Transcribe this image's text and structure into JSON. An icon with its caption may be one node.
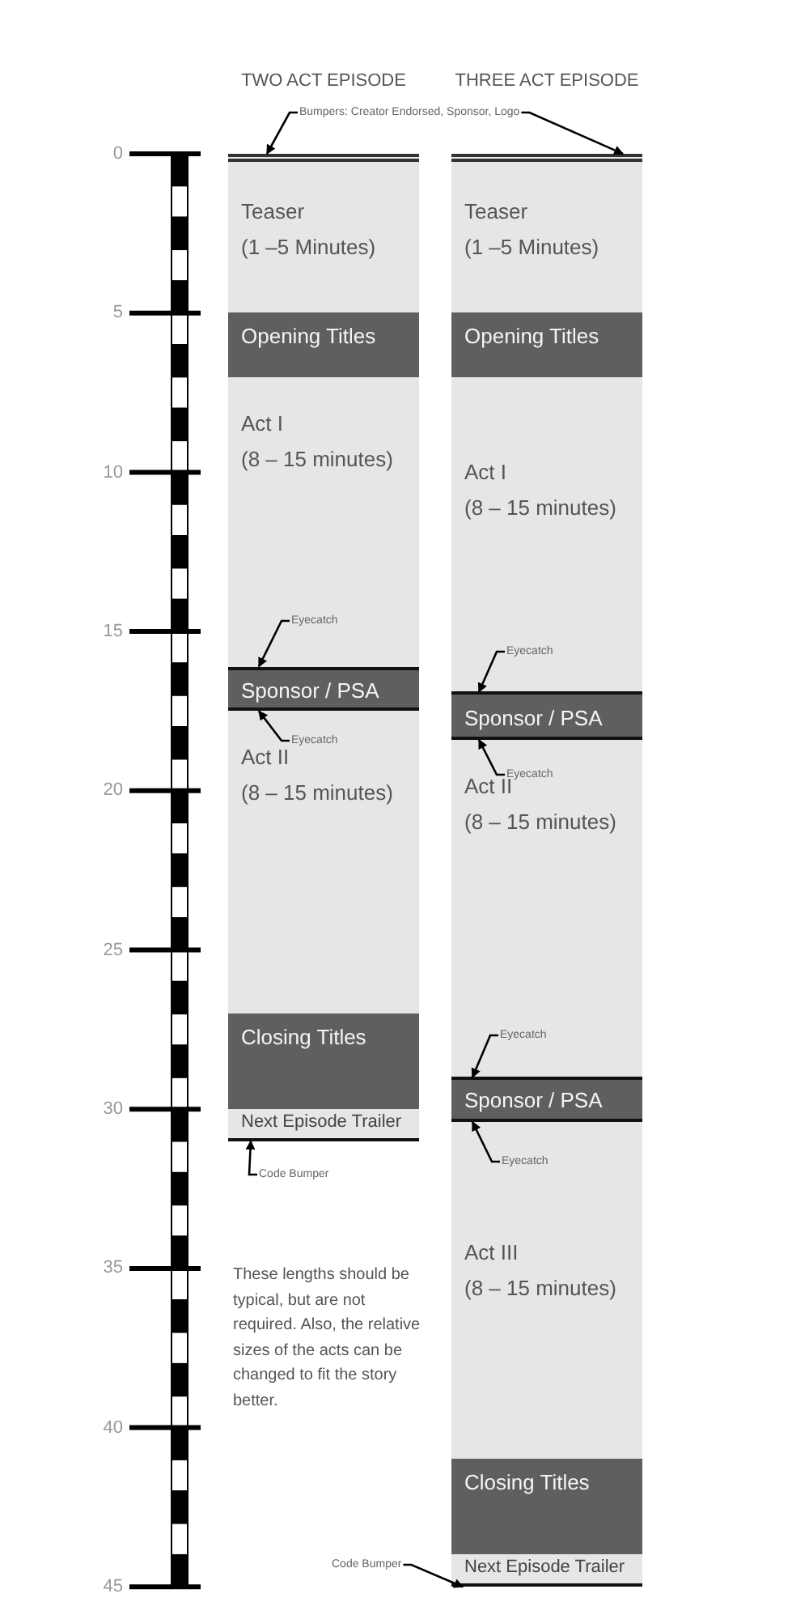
{
  "diagram": {
    "nodes": [
      {
        "text": [
          "TWO ACT EPISODE"
        ]
      },
      {
        "text": [
          "Teaser",
          "(1 –5 Minutes)"
        ],
        "in": 0
      },
      {
        "text": [
          "Opening Titles"
        ],
        "in": 0
      },
      {
        "text": [
          "Act I",
          "(8 – 15 minutes)"
        ],
        "in": 0
      },
      {
        "text": [
          "Sponsor / PSA"
        ],
        "in": 0
      },
      {
        "text": [
          "Act II",
          "(8 – 15 minutes)"
        ],
        "in": 0
      },
      {
        "text": [
          "Closing Titles"
        ],
        "in": 0
      },
      {
        "text": [
          "Next Episode Trailer"
        ],
        "in": 0
      },
      {
        "text": [
          "THREE ACT EPISODE"
        ]
      },
      {
        "text": [
          "Teaser",
          "(1 –5 Minutes)"
        ],
        "in": 8
      },
      {
        "text": [
          "Opening Titles"
        ],
        "in": 8
      },
      {
        "text": [
          "Act I",
          "(8 – 15 minutes)"
        ],
        "in": 8
      },
      {
        "text": [
          "Sponsor / PSA"
        ],
        "in": 8
      },
      {
        "text": [
          "Act II",
          "(8 – 15 minutes)"
        ],
        "in": 8
      },
      {
        "text": [
          "Sponsor / PSA"
        ],
        "in": 8
      },
      {
        "text": [
          "Act III",
          "(8 – 15 minutes)"
        ],
        "in": 8
      },
      {
        "text": [
          "Closing Titles"
        ],
        "in": 8
      },
      {
        "text": [
          "Next Episode Trailer"
        ],
        "in": 8
      },
      {
        "text": [
          "Bumpers: Creator Endorsed, Sponsor, Logo"
        ]
      },
      {
        "text": [
          "Eyecatch"
        ],
        "in": 3
      },
      {
        "text": [
          "Eyecatch"
        ],
        "in": 5
      },
      {
        "text": [
          "Eyecatch"
        ],
        "in": 11
      },
      {
        "text": [
          "Eyecatch"
        ],
        "in": 13
      },
      {
        "text": [
          "Eyecatch"
        ],
        "in": 13
      },
      {
        "text": [
          "Eyecatch"
        ],
        "in": 15
      },
      {
        "text": [
          "Code Bumper"
        ]
      },
      {
        "text": [
          "Code Bumper"
        ]
      }
    ],
    "edges": [
      {
        "from": 18,
        "to": 1,
        "arrow": "to"
      },
      {
        "from": 18,
        "to": 9,
        "arrow": "to"
      },
      {
        "from": 19,
        "to": 4,
        "arrow": "to"
      },
      {
        "from": 20,
        "to": 4,
        "arrow": "to"
      },
      {
        "from": 21,
        "to": 12,
        "arrow": "to"
      },
      {
        "from": 22,
        "to": 12,
        "arrow": "to"
      },
      {
        "from": 23,
        "to": 14,
        "arrow": "to"
      },
      {
        "from": 24,
        "to": 14,
        "arrow": "to"
      },
      {
        "from": 25,
        "to": 7,
        "arrow": "to"
      },
      {
        "from": 26,
        "to": 17,
        "arrow": "to"
      }
    ],
    "labels": [
      "0",
      "5",
      "10",
      "15",
      "20",
      "25",
      "30",
      "35",
      "40",
      "45",
      "These lengths should be typical, but are not required. Also, the relative sizes of the acts can be changed to fit the story better."
    ]
  }
}
